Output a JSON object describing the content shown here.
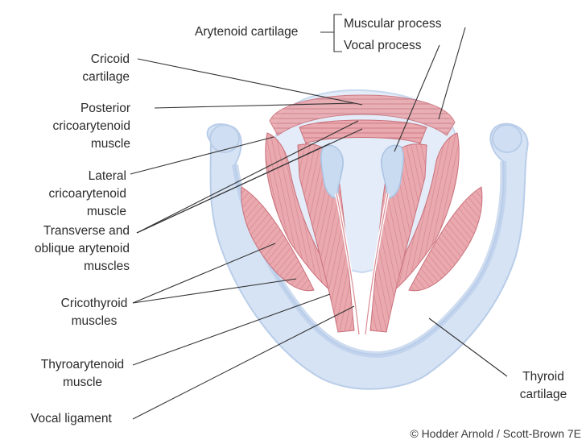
{
  "labels": {
    "arytenoid": "Arytenoid cartilage",
    "muscular_process": "Muscular process",
    "vocal_process": "Vocal process",
    "cricoid_1": "Cricoid",
    "cricoid_2": "cartilage",
    "pca_1": "Posterior",
    "pca_2": "cricoarytenoid",
    "pca_3": "muscle",
    "lca_1": "Lateral",
    "lca_2": "cricoarytenoid",
    "lca_3": "muscle",
    "ta_obl_1": "Transverse and",
    "ta_obl_2": "oblique arytenoid",
    "ta_obl_3": "muscles",
    "ct_1": "Cricothyroid",
    "ct_2": "muscles",
    "thyroar_1": "Thyroarytenoid",
    "thyroar_2": "muscle",
    "vocal_ligament": "Vocal ligament",
    "thyroid_1": "Thyroid",
    "thyroid_2": "cartilage"
  },
  "copyright": "© Hodder Arnold / Scott-Brown 7E",
  "colors": {
    "thyroid_fill": "#d6e3f4",
    "thyroid_edge": "#b9cde9",
    "cricoid_fill": "#e3ecf8",
    "arytenoid_fill": "#c9dbf0",
    "muscle_fill": "#e8a9ae",
    "muscle_edge": "#c9707a",
    "leader": "#333333"
  }
}
